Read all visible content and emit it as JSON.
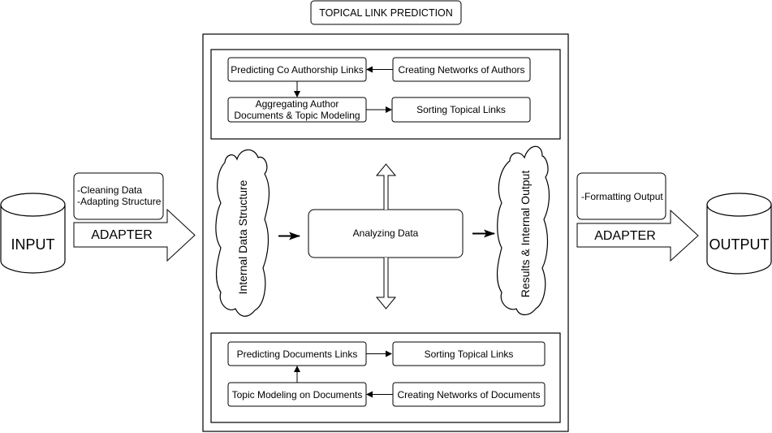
{
  "title": "TOPICAL LINK PREDICTION",
  "input": {
    "label": "INPUT",
    "adapter_label": "ADAPTER",
    "steps": [
      "-Cleaning Data",
      "-Adapting Structure"
    ]
  },
  "output": {
    "label": "OUTPUT",
    "adapter_label": "ADAPTER",
    "steps": [
      "-Formatting Output"
    ]
  },
  "author_panel": {
    "predicting": "Predicting Co Authorship Links",
    "creating": "Creating Networks of Authors",
    "aggregating": [
      "Aggregating Author",
      "Documents & Topic Modeling"
    ],
    "sorting": "Sorting Topical Links"
  },
  "center": {
    "internal_structure": "Internal Data Structure",
    "analyzing": "Analyzing Data",
    "results": "Results & Internal Output"
  },
  "document_panel": {
    "predicting": "Predicting Documents Links",
    "sorting": "Sorting Topical Links",
    "topic_modeling": "Topic Modeling on Documents",
    "creating": "Creating Networks of Documents"
  },
  "colors": {
    "stroke": "#000000",
    "fill": "#ffffff",
    "text": "#000000"
  }
}
